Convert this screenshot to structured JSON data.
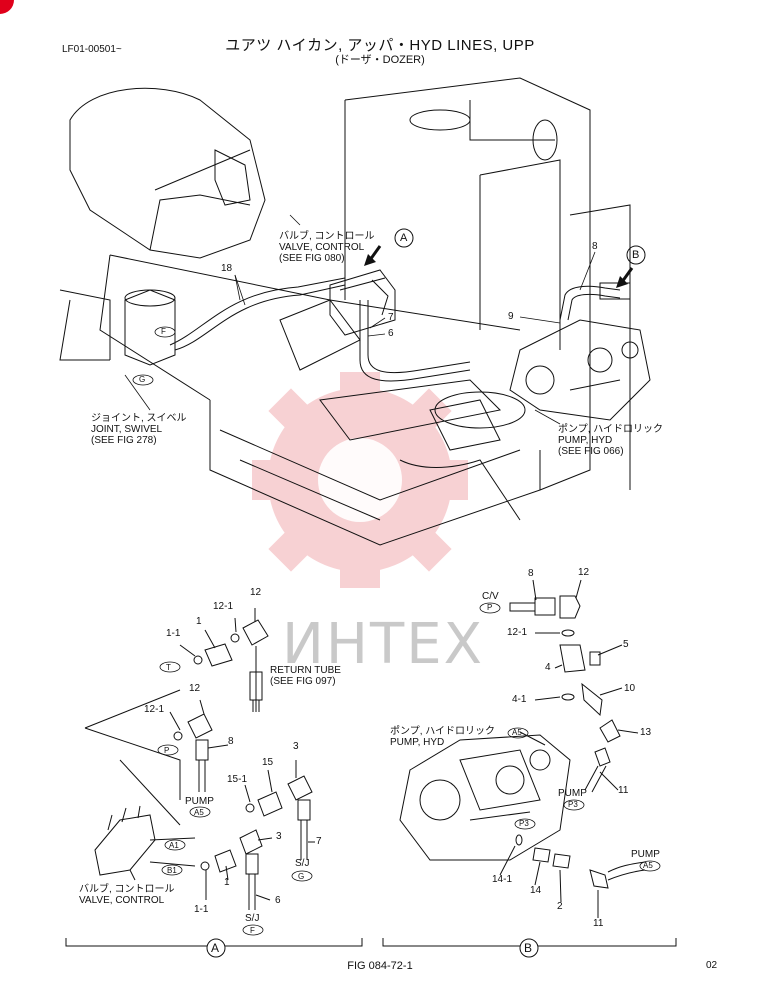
{
  "header": {
    "title": "ユアツ ハイカン, アッパ・HYD LINES, UPP",
    "subtitle": "(ドーザ・DOZER)",
    "serial": "LF01-00501~"
  },
  "callouts_top": {
    "valve_control": [
      "バルブ, コントロール",
      "VALVE, CONTROL",
      "(SEE FIG 080)"
    ],
    "joint_swivel": [
      "ジョイント, スイベル",
      "JOINT, SWIVEL",
      "(SEE FIG 278)"
    ],
    "pump_hyd": [
      "ポンプ, ハイドロリック",
      "PUMP, HYD",
      "(SEE FIG 066)"
    ],
    "view_a": "A",
    "view_b": "B",
    "part_18": "18",
    "part_7": "7",
    "part_6": "6",
    "part_8": "8",
    "part_9": "9"
  },
  "detail_a": {
    "parts": {
      "p1_1a": "1-1",
      "p1a": "1",
      "p12_1a": "12-1",
      "p12a": "12",
      "p12_1b": "12-1",
      "p12b": "12",
      "p8": "8",
      "p15_1": "15-1",
      "p15": "15",
      "p3a": "3",
      "p3b": "3",
      "p7": "7",
      "p1b": "1",
      "p1_1b": "1-1",
      "p6": "6"
    },
    "tags": {
      "t": "T",
      "p": "P",
      "a5": "A5",
      "a1": "A1",
      "b1": "B1",
      "g": "G",
      "f": "F"
    },
    "return_tube": [
      "RETURN TUBE",
      "(SEE FIG 097)"
    ],
    "pump": "PUMP",
    "sj_g": "S/J",
    "sj_f": "S/J",
    "valve": [
      "バルブ, コントロール",
      "VALVE, CONTROL"
    ],
    "view": "A"
  },
  "detail_b": {
    "parts": {
      "p8": "8",
      "p12": "12",
      "p12_1": "12-1",
      "p5": "5",
      "p4": "4",
      "p4_1": "4-1",
      "p10": "10",
      "p13": "13",
      "p11a": "11",
      "p14_1": "14-1",
      "p14": "14",
      "p2": "2",
      "p11b": "11"
    },
    "tags": {
      "p": "P",
      "a5": "A5",
      "p3a": "P3",
      "p3b": "P3",
      "a5b": "A5"
    },
    "cv": "C/V",
    "pump_hyd": [
      "ポンプ, ハイドロリック",
      "PUMP, HYD"
    ],
    "pump_p3": "PUMP",
    "pump_a5": "PUMP",
    "view": "B"
  },
  "footer": {
    "fig": "FIG 084-72-1",
    "page": "02"
  },
  "watermark": "ИНТЕХ",
  "colors": {
    "watermark_gear": "#f6c9cc",
    "ink": "#111111"
  }
}
